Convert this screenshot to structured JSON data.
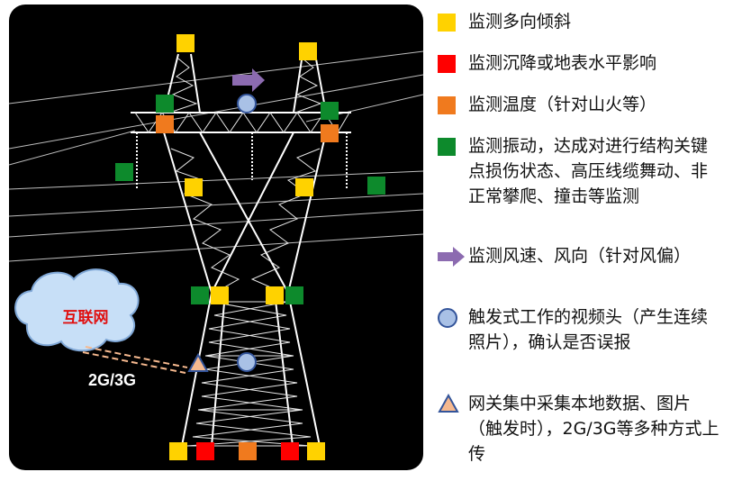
{
  "colors": {
    "yellow": "#ffd200",
    "red": "#ff0000",
    "orange": "#f07a1e",
    "green": "#0d8a2c",
    "purple": "#8c6bb0",
    "circle_fill": "#a9c1e6",
    "triangle_fill": "#f6b98f"
  },
  "diagram": {
    "cloud_label": "互联网",
    "network_label": "2G/3G"
  },
  "legend": [
    {
      "marker": "yellow-square",
      "text": "监测多向倾斜"
    },
    {
      "marker": "red-square",
      "text": "监测沉降或地表水平影响"
    },
    {
      "marker": "orange-square",
      "text": "监测温度（针对山火等）"
    },
    {
      "marker": "green-square",
      "text": "监测振动，达成对进行结构关键点损伤状态、高压线缆舞动、非正常攀爬、撞击等监测"
    },
    {
      "marker": "purple-arrow",
      "text": "监测风速、风向（针对风偏）"
    },
    {
      "marker": "blue-circle",
      "text": "触发式工作的视频头（产生连续照片），确认是否误报"
    },
    {
      "marker": "orange-triangle",
      "text": "网关集中采集本地数据、图片（触发时），2G/3G等多种方式上传"
    }
  ]
}
